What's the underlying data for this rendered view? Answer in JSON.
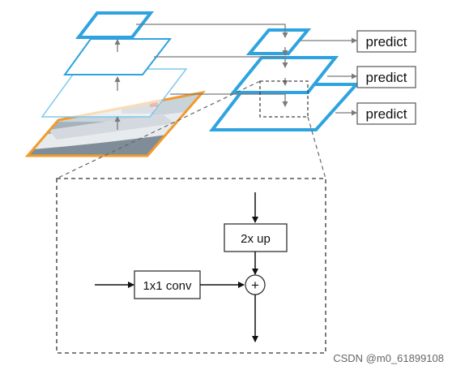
{
  "diagram": {
    "predict_labels": [
      "predict",
      "predict",
      "predict"
    ],
    "upsample_label": "2x up",
    "lateral_conv_label": "1x1 conv",
    "merge_symbol": "+"
  },
  "watermark": {
    "text": "CSDN @m0_61899108"
  },
  "colors": {
    "pyramid_blue": "#2ea3df",
    "input_orange": "#f39a2b",
    "line_gray": "#7a7a7a",
    "box_border": "#444444",
    "dashed": "#444444"
  }
}
